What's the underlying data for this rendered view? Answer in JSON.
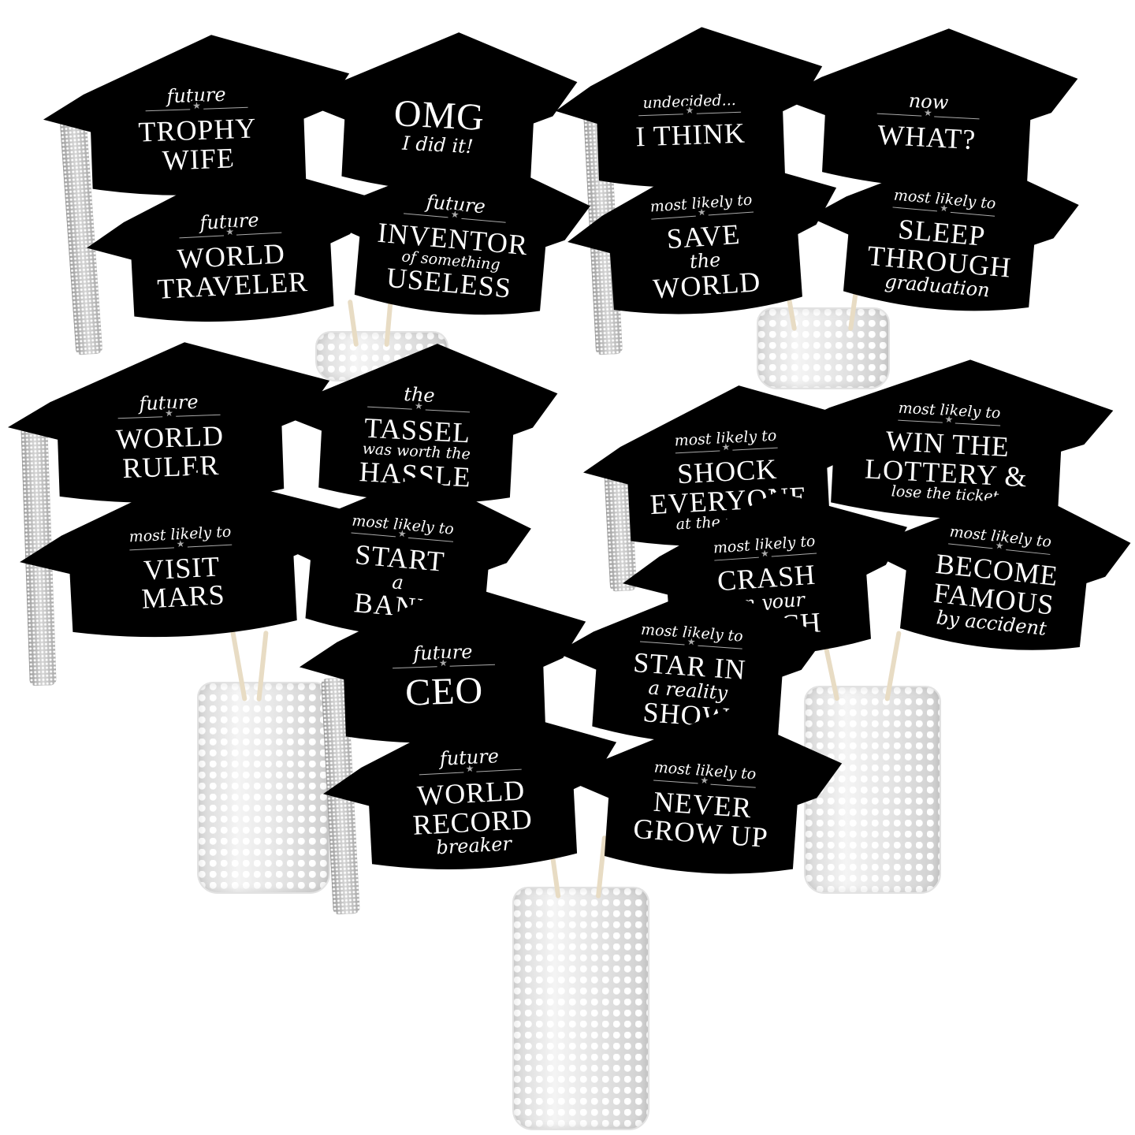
{
  "caps": [
    {
      "lines": [
        "future",
        "TROPHY",
        "WIFE"
      ]
    },
    {
      "lines": [
        "OMG",
        "I did it!"
      ]
    },
    {
      "lines": [
        "future",
        "WORLD",
        "TRAVELER"
      ]
    },
    {
      "lines": [
        "future",
        "INVENTOR",
        "of something",
        "USELESS"
      ]
    },
    {
      "lines": [
        "undecided...",
        "I THINK"
      ]
    },
    {
      "lines": [
        "now",
        "WHAT?"
      ]
    },
    {
      "lines": [
        "most likely to",
        "SAVE",
        "the",
        "WORLD"
      ]
    },
    {
      "lines": [
        "most likely to",
        "SLEEP",
        "THROUGH",
        "graduation"
      ]
    },
    {
      "lines": [
        "future",
        "WORLD",
        "RULER"
      ]
    },
    {
      "lines": [
        "the",
        "TASSEL",
        "was worth the",
        "HASSLE"
      ]
    },
    {
      "lines": [
        "most likely to",
        "VISIT",
        "MARS"
      ]
    },
    {
      "lines": [
        "most likely to",
        "START",
        "a",
        "BAND"
      ]
    },
    {
      "lines": [
        "most likely to",
        "SHOCK",
        "EVERYONE",
        "at the reunion"
      ]
    },
    {
      "lines": [
        "most likely to",
        "WIN THE",
        "LOTTERY &",
        "lose the ticket"
      ]
    },
    {
      "lines": [
        "most likely to",
        "CRASH",
        "on your",
        "COUCH"
      ]
    },
    {
      "lines": [
        "most likely to",
        "BECOME",
        "FAMOUS",
        "by accident"
      ]
    },
    {
      "lines": [
        "future",
        "CEO"
      ]
    },
    {
      "lines": [
        "most likely to",
        "STAR IN",
        "a reality",
        "SHOW"
      ]
    },
    {
      "lines": [
        "future",
        "WORLD",
        "RECORD",
        "breaker"
      ]
    },
    {
      "lines": [
        "most likely to",
        "NEVER",
        "GROW UP"
      ]
    }
  ],
  "colors": {
    "cap": "#000000",
    "text": "#ffffff",
    "tassel": "#c0c0c0"
  }
}
